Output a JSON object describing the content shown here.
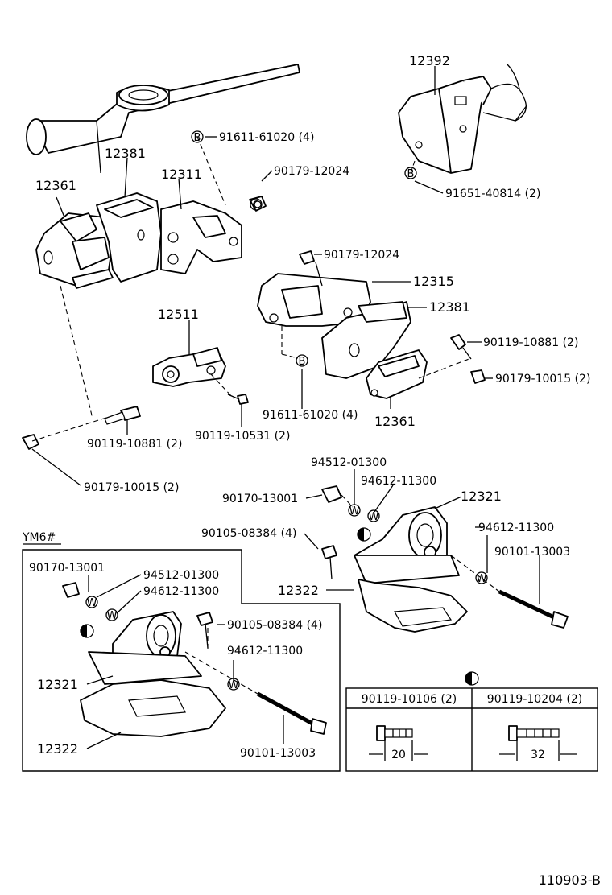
{
  "diagram_code": "110903-B",
  "variant_label": "YM6#",
  "symbols": {
    "b": "B",
    "w": "W",
    "c": "C"
  },
  "parts": {
    "p12392": "12392",
    "p91651": "91651-40814 (2)",
    "p91611a": "91611-61020 (4)",
    "p90179a": "90179-12024",
    "p12381a": "12381",
    "p12311": "12311",
    "p12361a": "12361",
    "p90179b": "90179-12024",
    "p12315": "12315",
    "p12381b": "12381",
    "p12511": "12511",
    "p90119a": "90119-10881 (2)",
    "p90179c": "90179-10015 (2)",
    "p91611b": "91611-61020 (4)",
    "p12361b": "12361",
    "p90119b": "90119-10531 (2)",
    "p90119c": "90119-10881 (2)",
    "p90179d": "90179-10015 (2)",
    "p94512a": "94512-01300",
    "p94612a": "94612-11300",
    "p90170a": "90170-13001",
    "p12321a": "12321",
    "p90105a": "90105-08384 (4)",
    "p94612b": "94612-11300",
    "p90101a": "90101-13003",
    "p12322a": "12322",
    "p90170b": "90170-13001",
    "p94512b": "94512-01300",
    "p94612c": "94612-11300",
    "p90105b": "90105-08384 (4)",
    "p94612d": "94612-11300",
    "p12321b": "12321",
    "p12322b": "12322",
    "p90101b": "90101-13003"
  },
  "bolt_table": {
    "col1_part": "90119-10106 (2)",
    "col1_length": "20",
    "col2_part": "90119-10204 (2)",
    "col2_length": "32"
  }
}
